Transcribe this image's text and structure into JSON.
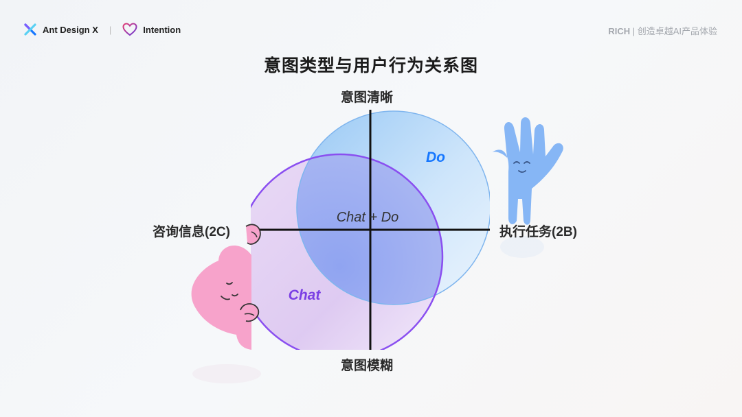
{
  "header": {
    "brand": "Ant Design X",
    "partner": "Intention",
    "tagline_prefix": "RICH",
    "tagline_suffix": " | 创造卓越AI产品体验"
  },
  "title": "意图类型与用户行为关系图",
  "axes": {
    "top": "意图清晰",
    "bottom": "意图模糊",
    "left": "咨询信息(2C)",
    "right": "执行任务(2B)"
  },
  "regions": {
    "do": "Do",
    "chat": "Chat",
    "overlap": "Chat + Do"
  },
  "colors": {
    "do": "#1677ff",
    "chat": "#7b3fe4",
    "overlap": "#333333",
    "blue_mascot": "#86b6f5",
    "pink_mascot": "#f7a3cb"
  },
  "icons": [
    "ant-design-x-logo-icon",
    "heart-outline-icon",
    "hand-mascot-icon",
    "heart-mascot-icon"
  ]
}
